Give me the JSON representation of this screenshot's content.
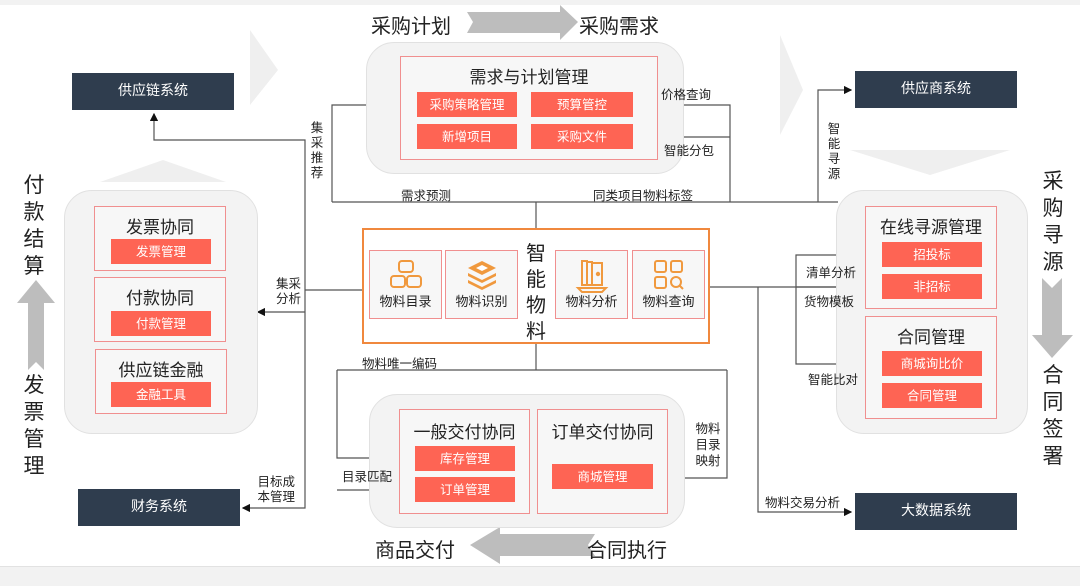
{
  "stages": {
    "top_left": "采购计划",
    "top_right": "采购需求",
    "left_top": "付款结算",
    "left_bottom": "发票管理",
    "right_top": "采购寻源",
    "right_bottom": "合同签署",
    "bottom_left": "商品交付",
    "bottom_right": "合同执行"
  },
  "systems": {
    "supply_chain": "供应链系统",
    "supplier": "供应商系统",
    "finance": "财务系统",
    "big_data": "大数据系统"
  },
  "demand_panel": {
    "title": "需求与计划管理",
    "chips": [
      "采购策略管理",
      "预算管控",
      "新增项目",
      "采购文件"
    ]
  },
  "left_panels": [
    {
      "title": "发票协同",
      "chip": "发票管理"
    },
    {
      "title": "付款协同",
      "chip": "付款管理"
    },
    {
      "title": "供应链金融",
      "chip": "金融工具"
    }
  ],
  "right_panels": [
    {
      "title": "在线寻源管理",
      "chips": [
        "招投标",
        "非招标"
      ]
    },
    {
      "title": "合同管理",
      "chips": [
        "商城询比价",
        "合同管理"
      ]
    }
  ],
  "bottom_panels": [
    {
      "title": "一般交付协同",
      "chips": [
        "库存管理",
        "订单管理"
      ]
    },
    {
      "title": "订单交付协同",
      "chips": [
        "商城管理"
      ]
    }
  ],
  "core": {
    "title": "智能物料",
    "modules": [
      {
        "label": "物料目录",
        "icon": "gold-bars-icon"
      },
      {
        "label": "物料识别",
        "icon": "layers-icon"
      },
      {
        "label": "物料分析",
        "icon": "books-icon"
      },
      {
        "label": "物料查询",
        "icon": "grid-search-icon"
      }
    ]
  },
  "connectors": {
    "price_query": "价格查询",
    "smart_package": "智能分包",
    "demand_forecast": "需求预测",
    "similar_tag": "同类项目物料标签",
    "central_recommend": "集采推荐",
    "central_analysis": "集采分析",
    "target_cost": "目标成本管理",
    "smart_sourcing": "智能寻源",
    "list_analysis": "清单分析",
    "goods_template": "货物模板",
    "smart_compare": "智能比对",
    "unique_code": "物料唯一编码",
    "catalog_match": "目录匹配",
    "catalog_mapping": "物料目录映射",
    "trade_analysis": "物料交易分析"
  },
  "colors": {
    "chip": "#fe6454",
    "panel_border": "#f08f8f",
    "core_border": "#f0883e",
    "icon": "#f0993e",
    "system": "#2f3d4e",
    "arrow_gray": "#bdbdbd"
  }
}
